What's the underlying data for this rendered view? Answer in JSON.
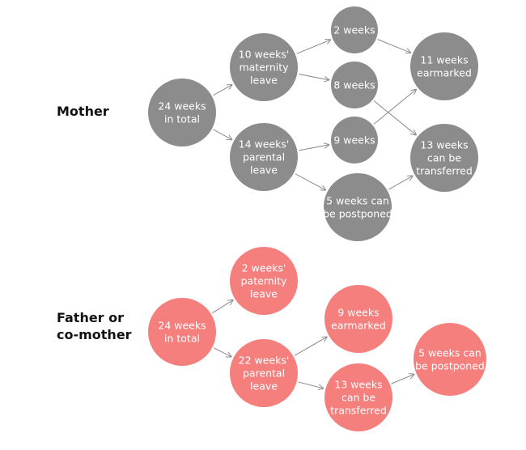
{
  "groups": [
    {
      "label": [
        "Mother"
      ],
      "color": "#8c8c8c",
      "nodes": [
        {
          "id": "m-total",
          "lines": [
            "24 weeks",
            "in total"
          ]
        },
        {
          "id": "m-maternity",
          "lines": [
            "10 weeks'",
            "maternity",
            "leave"
          ]
        },
        {
          "id": "m-parental",
          "lines": [
            "14 weeks'",
            "parental",
            "leave"
          ]
        },
        {
          "id": "m-2w",
          "lines": [
            "2 weeks"
          ]
        },
        {
          "id": "m-8w",
          "lines": [
            "8 weeks"
          ]
        },
        {
          "id": "m-9w",
          "lines": [
            "9 weeks"
          ]
        },
        {
          "id": "m-5w",
          "lines": [
            "5 weeks can",
            "be postponed"
          ]
        },
        {
          "id": "m-11w",
          "lines": [
            "11 weeks",
            "earmarked"
          ]
        },
        {
          "id": "m-13w",
          "lines": [
            "13 weeks",
            "can be",
            "transferred"
          ]
        }
      ],
      "edges": [
        [
          "m-total",
          "m-maternity"
        ],
        [
          "m-total",
          "m-parental"
        ],
        [
          "m-maternity",
          "m-2w"
        ],
        [
          "m-maternity",
          "m-8w"
        ],
        [
          "m-parental",
          "m-9w"
        ],
        [
          "m-parental",
          "m-5w"
        ],
        [
          "m-2w",
          "m-11w"
        ],
        [
          "m-9w",
          "m-11w"
        ],
        [
          "m-8w",
          "m-13w"
        ],
        [
          "m-5w",
          "m-13w"
        ]
      ]
    },
    {
      "label": [
        "Father or",
        "co-mother"
      ],
      "color": "#f47f7d",
      "nodes": [
        {
          "id": "f-total",
          "lines": [
            "24 weeks",
            "in total"
          ]
        },
        {
          "id": "f-paternity",
          "lines": [
            "2 weeks'",
            "paternity",
            "leave"
          ]
        },
        {
          "id": "f-parental",
          "lines": [
            "22 weeks'",
            "parental",
            "leave"
          ]
        },
        {
          "id": "f-9w",
          "lines": [
            "9 weeks",
            "earmarked"
          ]
        },
        {
          "id": "f-13w",
          "lines": [
            "13 weeks",
            "can be",
            "transferred"
          ]
        },
        {
          "id": "f-5w",
          "lines": [
            "5 weeks can",
            "be postponed"
          ]
        }
      ],
      "edges": [
        [
          "f-total",
          "f-paternity"
        ],
        [
          "f-total",
          "f-parental"
        ],
        [
          "f-parental",
          "f-9w"
        ],
        [
          "f-parental",
          "f-13w"
        ],
        [
          "f-13w",
          "f-5w"
        ]
      ]
    }
  ]
}
